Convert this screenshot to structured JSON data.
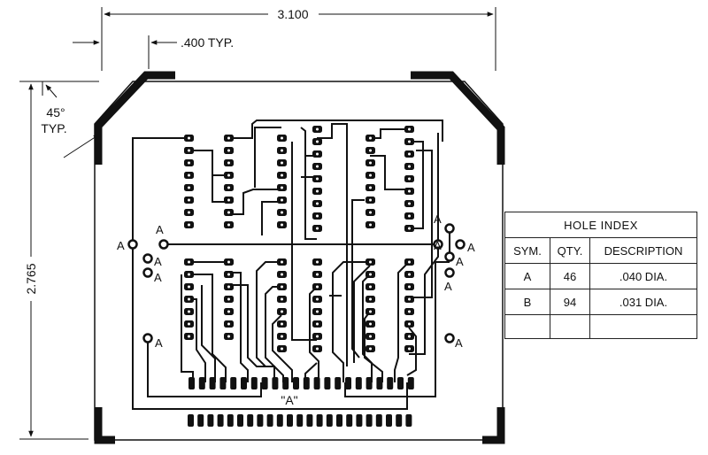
{
  "dimensions": {
    "width_label": "3.100",
    "typ_spacing_label": ".400 TYP.",
    "height_label": "2.765",
    "angle_label_line1": "45°",
    "angle_label_line2": "TYP."
  },
  "board": {
    "connector_label": "\"A\"",
    "hole_label": "A"
  },
  "hole_index": {
    "title": "HOLE INDEX",
    "columns": [
      "SYM.",
      "QTY.",
      "DESCRIPTION"
    ],
    "rows": [
      [
        "A",
        "46",
        ".040 DIA."
      ],
      [
        "B",
        "94",
        ".031 DIA."
      ],
      [
        "",
        "",
        ""
      ]
    ]
  },
  "colors": {
    "ink": "#111111",
    "paper": "#ffffff"
  }
}
